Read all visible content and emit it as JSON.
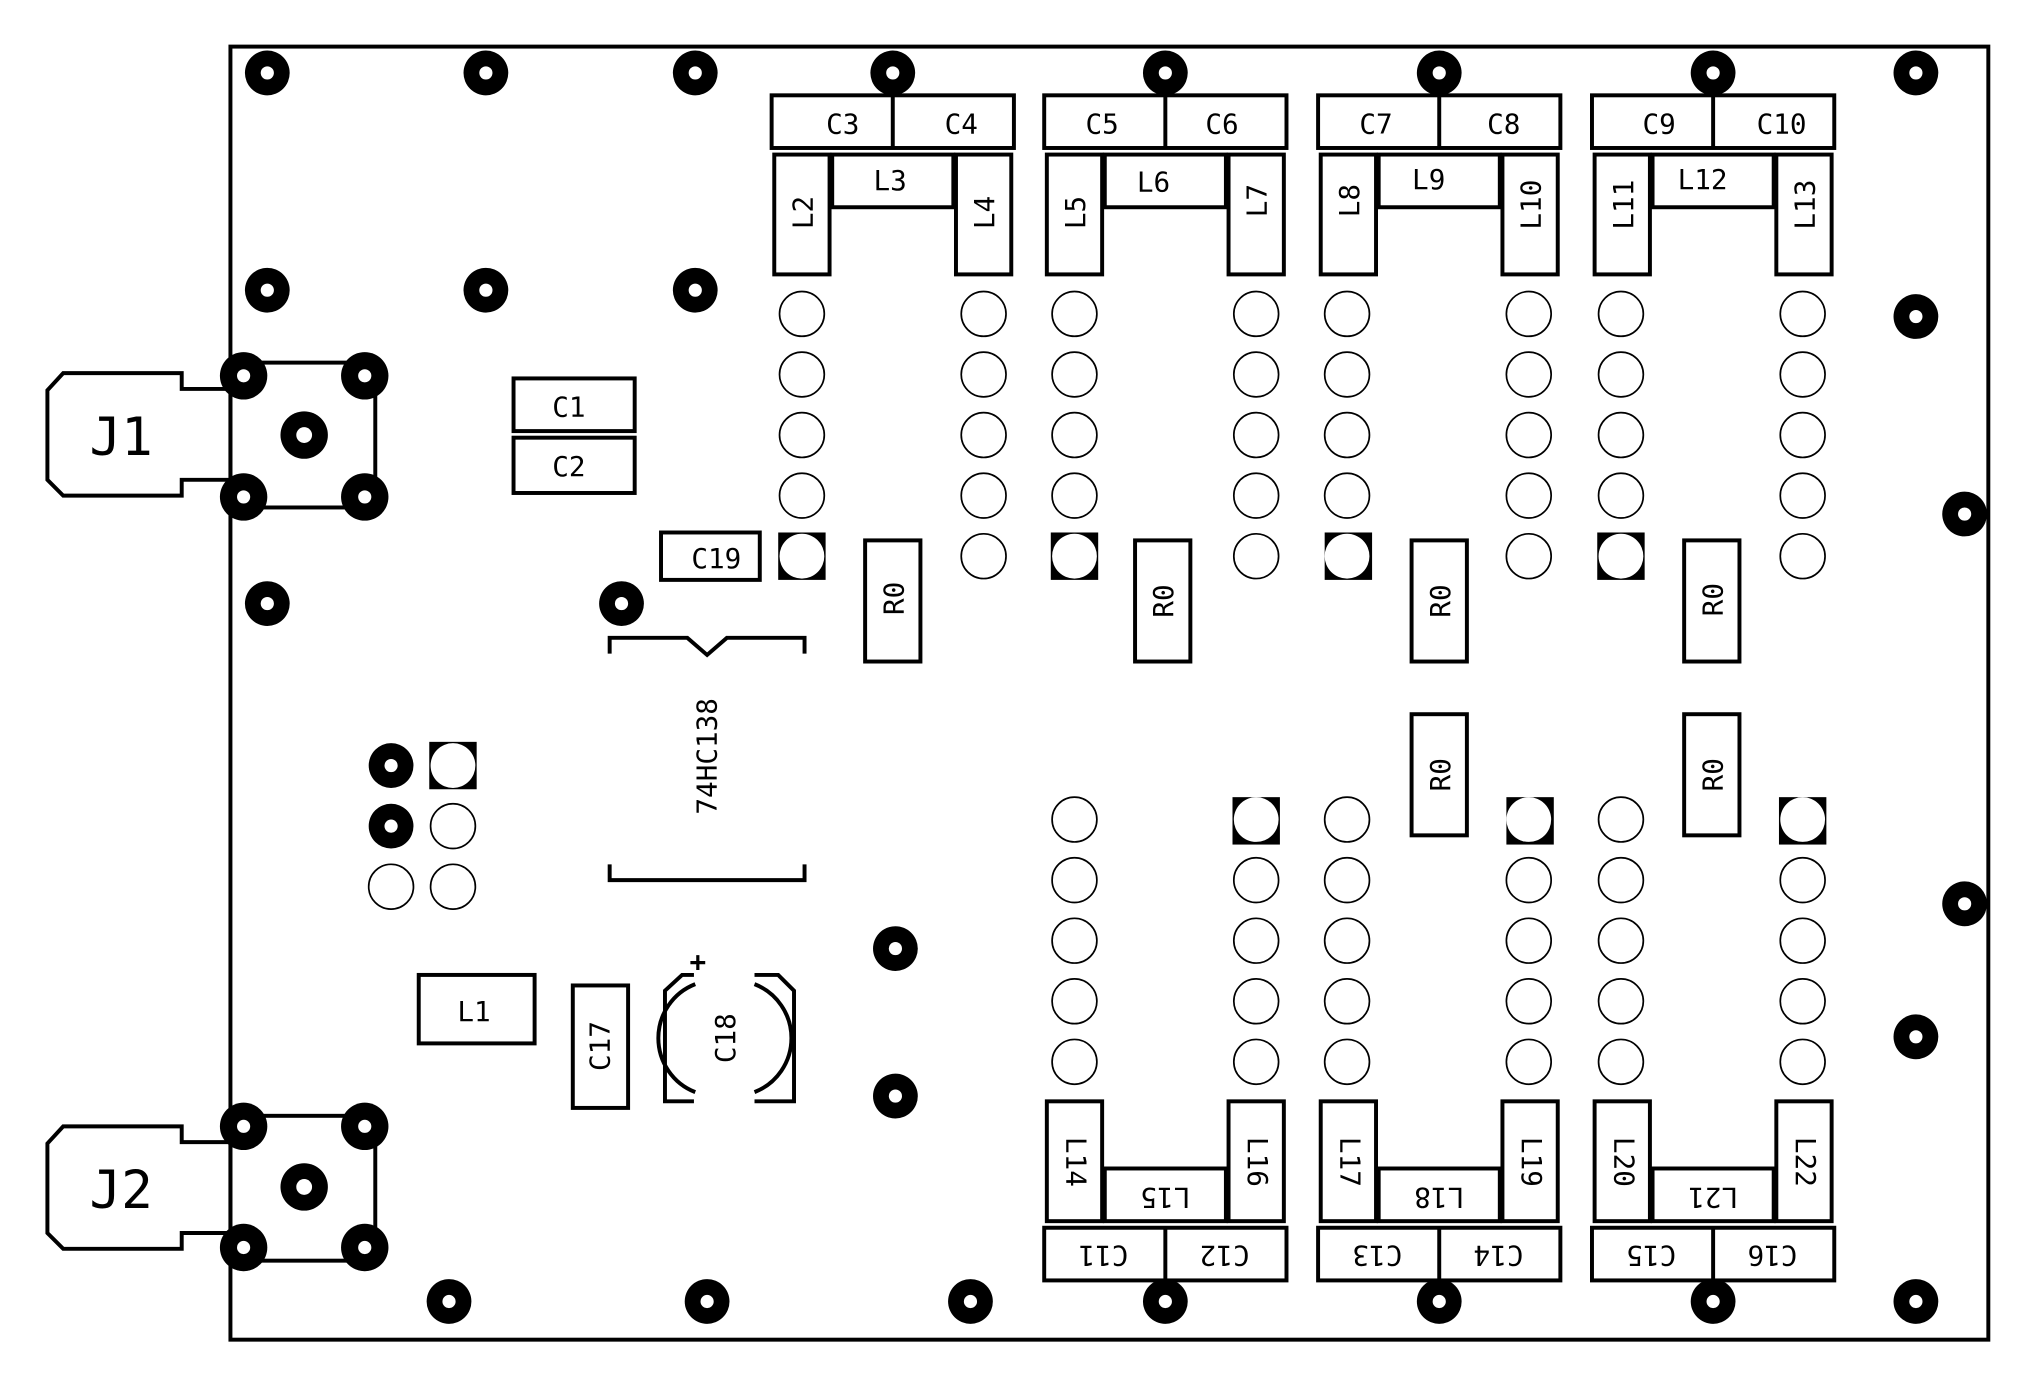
{
  "colors": {
    "ink": "#000000",
    "paper": "#ffffff"
  },
  "labels": {
    "J1": "J1",
    "J2": "J2",
    "C1": "C1",
    "C2": "C2",
    "C3": "C3",
    "C4": "C4",
    "C5": "C5",
    "C6": "C6",
    "C7": "C7",
    "C8": "C8",
    "C9": "C9",
    "C10": "C10",
    "C11": "C11",
    "C12": "C12",
    "C13": "C13",
    "C14": "C14",
    "C15": "C15",
    "C16": "C16",
    "C17": "C17",
    "C18": "C18",
    "C19": "C19",
    "L1": "L1",
    "L2": "L2",
    "L3": "L3",
    "L4": "L4",
    "L5": "L5",
    "L6": "L6",
    "L7": "L7",
    "L8": "L8",
    "L9": "L9",
    "L10": "L10",
    "L11": "L11",
    "L12": "L12",
    "L13": "L13",
    "L14": "L14",
    "L15": "L15",
    "L16": "L16",
    "L17": "L17",
    "L18": "L18",
    "L19": "L19",
    "L20": "L20",
    "L21": "L21",
    "L22": "L22",
    "R0": "R0",
    "U1": "74HC138",
    "plus": "+"
  }
}
